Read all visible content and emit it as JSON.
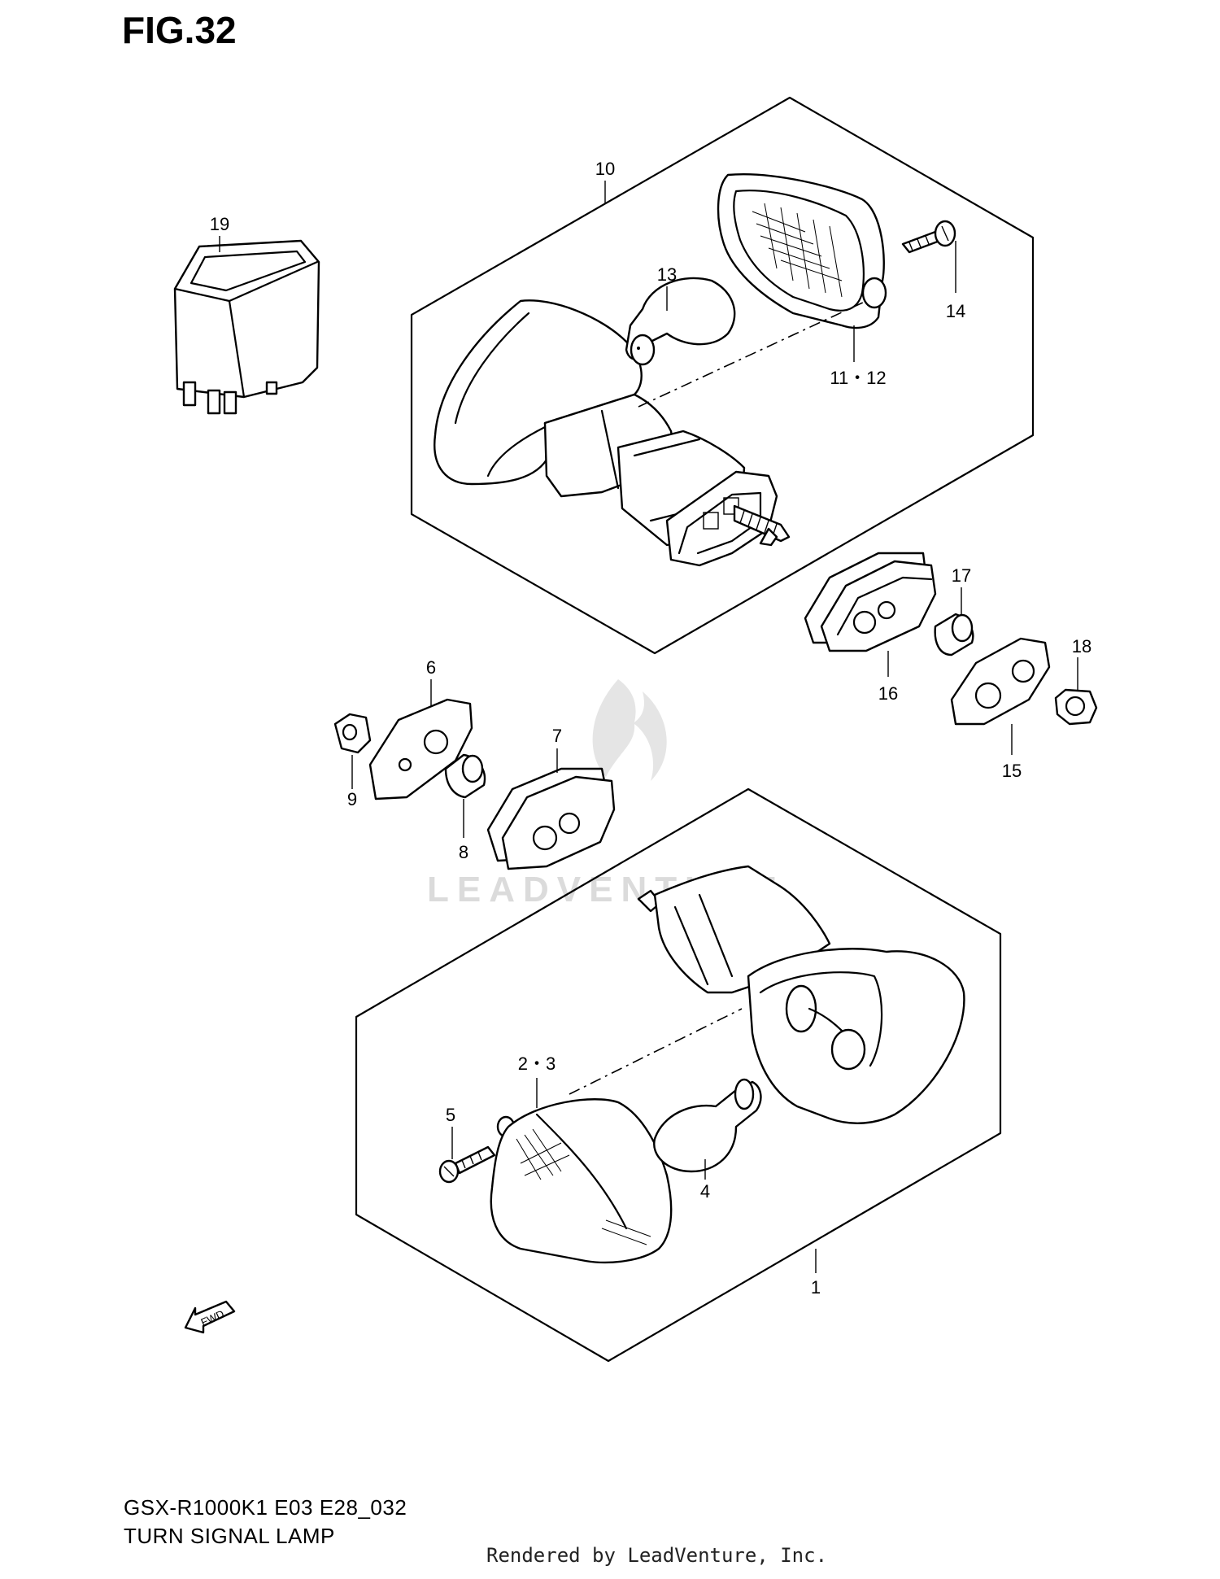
{
  "figure": {
    "title": "FIG.32"
  },
  "callouts": {
    "p1": "1",
    "p2_3": "2・3",
    "p4": "4",
    "p5": "5",
    "p6": "6",
    "p7": "7",
    "p8": "8",
    "p9": "9",
    "p10": "10",
    "p11_12": "11・12",
    "p13": "13",
    "p14": "14",
    "p15": "15",
    "p16": "16",
    "p17": "17",
    "p18": "18",
    "p19": "19"
  },
  "fwd_label": "FWD",
  "watermark": "LEADVENTURE",
  "footer": {
    "model_code": "GSX-R1000K1 E03 E28_032",
    "section_name": "TURN SIGNAL LAMP",
    "rendered_by": "Rendered by LeadVenture, Inc."
  }
}
